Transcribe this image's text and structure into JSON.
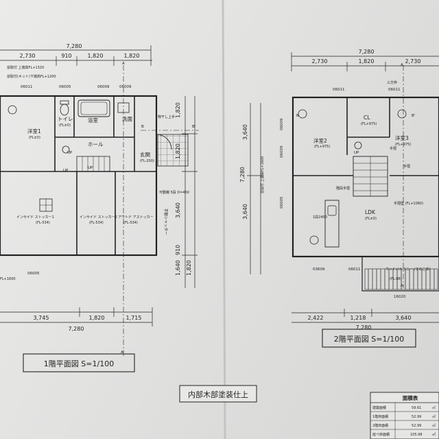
{
  "sheet_title_center": "内部木部塗装仕上",
  "floor1": {
    "title": "1階平面図  S=1/100",
    "total_width": "7,280",
    "top_dims": [
      "2,730",
      "910",
      "1,820",
      "1,820"
    ],
    "bottom_dims": [
      "3,745",
      "1,820",
      "1,715"
    ],
    "bottom_total": "7,280",
    "right_dims": [
      "1,820",
      "1,820",
      "3,640",
      "910",
      "1,640",
      "1,820"
    ],
    "window_codes": [
      "06011",
      "06005",
      "06009",
      "06009",
      "06005"
    ],
    "rooms": {
      "youshitsu1": "洋室1",
      "toilet": "トイレ",
      "bath": "浴室",
      "sanitary": "洗面",
      "hall": "ホール",
      "entrance": "玄関",
      "storage1": "インサイド ストッカー1",
      "storage2": "インサイド ストッカー2",
      "storage3": "アウトド アストッカー"
    },
    "fl_labels": {
      "youshitsu1": "(FL±0)",
      "toilet": "(FL±0)",
      "entrance": "(FL-200)",
      "storage1": "(FL-534)",
      "storage2": "(FL-534)",
      "storage3": "(FL-534)"
    },
    "notes": [
      "窓取付 上端高FL+1320",
      "窓取付(キット)下端高FL+1200",
      "物干し上手",
      "手動シャッター",
      "可動棚 5段 D=450",
      "FL+1600"
    ],
    "up_marks": [
      "UP",
      "UP",
      "UP"
    ],
    "section_marks": [
      "A",
      "A'",
      "B",
      "B'"
    ]
  },
  "floor2": {
    "title": "2階平面図  S=1/100",
    "total_width": "7,280",
    "top_dims": [
      "2,730",
      "1,820",
      "2,730"
    ],
    "bottom_dims": [
      "2,422",
      "1,218",
      "3,640"
    ],
    "bottom_total": "7,280",
    "left_dims": [
      "3,640",
      "3,640"
    ],
    "left_total": "7,280",
    "window_codes": [
      "06011",
      "06011",
      "06009",
      "06009",
      "06005",
      "03609",
      "06011",
      "16020"
    ],
    "rooms": {
      "youshitsu2": "洋室2",
      "closet": "CL",
      "youshitsu3": "洋室3",
      "ldk": "LDK",
      "balcony": "ウッドバルコニー (すのこ床)"
    },
    "fl_labels": {
      "youshitsu2": "(FL+975)",
      "closet": "(FL+975)",
      "youshitsu3": "(FL+975)",
      "ldk": "(FL±0)",
      "balcony": "(FL-88)"
    },
    "notes": [
      "三方枠",
      "手摺",
      "手摺",
      "手摺壁 (FL+1060)",
      "階段手摺",
      "窓取付 上端高FL+1600",
      "1段2400"
    ],
    "up_marks": [
      "UP"
    ],
    "section_marks": [
      "A",
      "A'",
      "B",
      "B'"
    ]
  },
  "area_table": {
    "title": "面積表",
    "rows": [
      {
        "label": "建築面積",
        "value": "59.61",
        "unit": "㎡"
      },
      {
        "label": "1階床面積",
        "value": "52.99",
        "unit": "㎡"
      },
      {
        "label": "2階床面積",
        "value": "52.99",
        "unit": "㎡"
      },
      {
        "label": "延べ床面積",
        "value": "105.98",
        "unit": "㎡"
      }
    ]
  }
}
